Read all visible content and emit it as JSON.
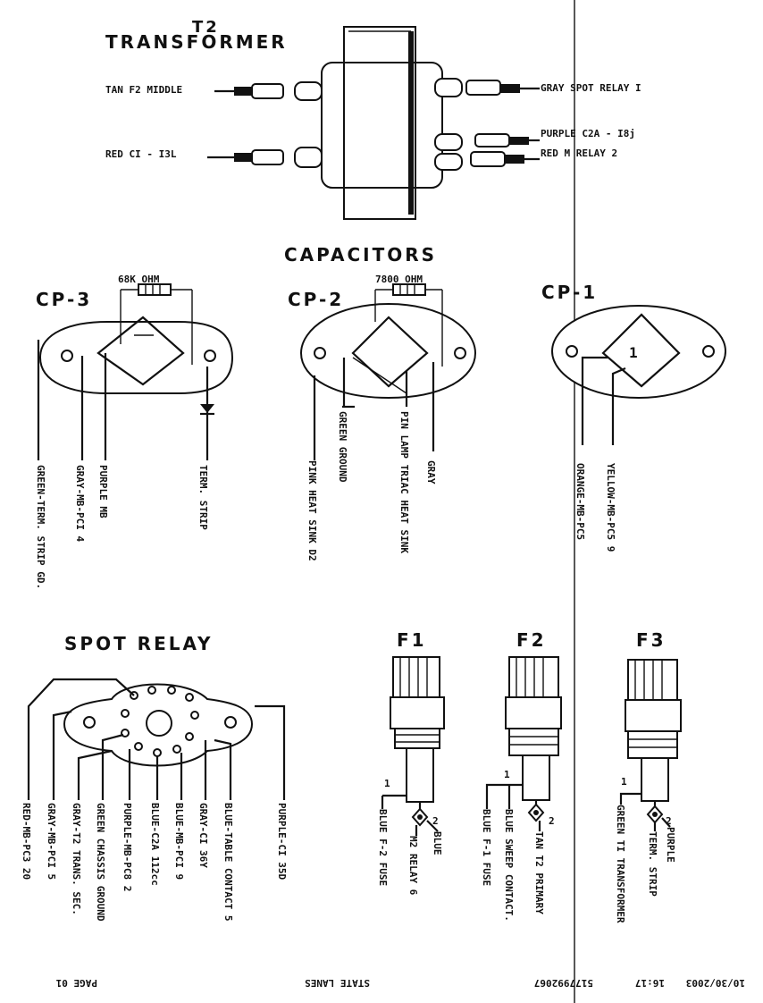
{
  "transformer": {
    "id": "T2",
    "title": "TRANSFORMER",
    "left_wires": [
      "TAN F2 MIDDLE",
      "RED CI - I3L"
    ],
    "right_wires": [
      "GRAY SPOT RELAY I",
      "PURPLE C2A - I8j",
      "RED M RELAY 2"
    ]
  },
  "capacitors": {
    "title": "CAPACITORS",
    "cp3": {
      "name": "CP-3",
      "resistor": "68K OHM",
      "wires": [
        "GREEN-TERM. STRIP GD.",
        "GRAY-MB-PCI 4",
        "PURPLE MB",
        "TERM. STRIP"
      ]
    },
    "cp2": {
      "name": "CP-2",
      "resistor": "7800 OHM",
      "wires": [
        "PINK HEAT SINK D2",
        "GREEN GROUND",
        "PIN LAMP TRIAC HEAT SINK",
        "GRAY"
      ]
    },
    "cp1": {
      "name": "CP-1",
      "wires": [
        "ORANGE-MB-PC5",
        "YELLOW-MB-PC5 9"
      ]
    }
  },
  "spot_relay": {
    "title": "SPOT RELAY",
    "wires": [
      "RED-MB-PC3 20",
      "GRAY-MB-PCI 5",
      "GRAY-T2 TRANS. SEC.",
      "GREEN CHASSIS GROUND",
      "PURPLE-MB-PC8 2",
      "BLUE-C2A 112cc",
      "BLUE-MB-PCI 9",
      "GRAY-CI 36Y",
      "BLUE-TABLE CONTACT 5",
      "PURPLE-CI 35D"
    ]
  },
  "fuses": [
    {
      "name": "F1",
      "pin1": "1",
      "pin2": "2",
      "wires": [
        "BLUE F-2 FUSE",
        "M2 RELAY 6",
        "BLUE"
      ]
    },
    {
      "name": "F2",
      "pin1": "1",
      "pin2": "2",
      "wires": [
        "BLUE F-1 FUSE",
        "BLUE SWEEP CONTACT.",
        "TAN T2 PRIMARY"
      ]
    },
    {
      "name": "F3",
      "pin1": "1",
      "pin2": "2",
      "wires": [
        "GREEN TI TRANSFORMER",
        "TERM. STRIP",
        "PURPLE"
      ]
    }
  ],
  "fax_footer": {
    "page": "PAGE 01",
    "sender": "STATE LANES",
    "phone": "5177992067",
    "time": "16:17",
    "date": "10/30/2003"
  }
}
